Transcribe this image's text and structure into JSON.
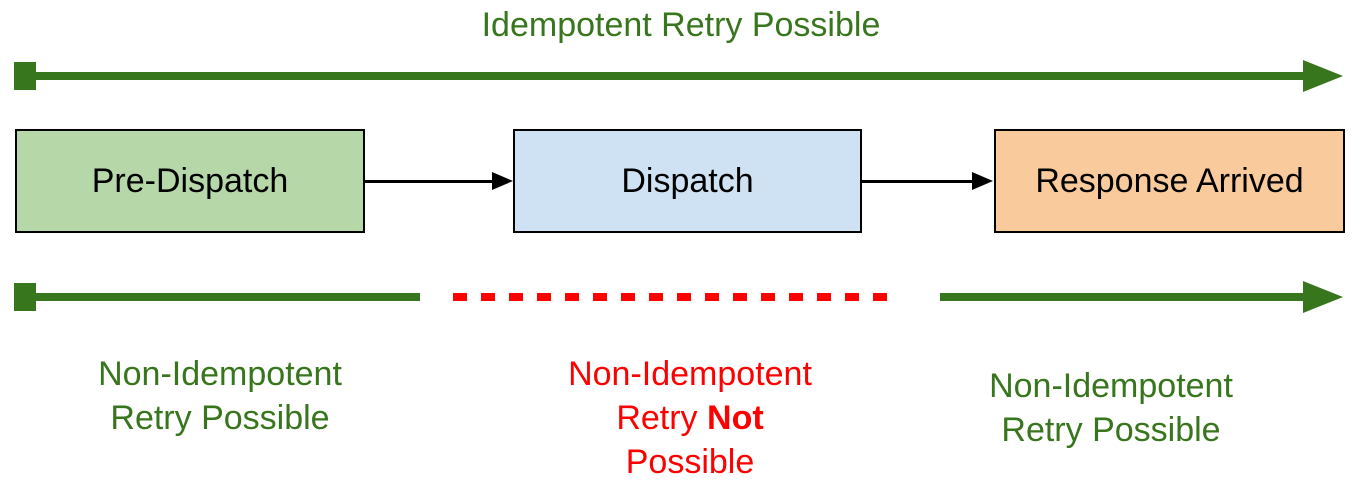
{
  "diagram": {
    "title": "Idempotent Retry Possible",
    "colors": {
      "green": "#38761d",
      "red": "#ff0000",
      "box_green_fill": "#b6d7a8",
      "box_blue_fill": "#cfe2f3",
      "box_orange_fill": "#f9cb9c",
      "line_black": "#000000"
    },
    "boxes": [
      {
        "label": "Pre-Dispatch"
      },
      {
        "label": "Dispatch"
      },
      {
        "label": "Response Arrived"
      }
    ],
    "bottom_labels": {
      "left": {
        "line1": "Non-Idempotent",
        "line2": "Retry Possible"
      },
      "middle": {
        "line1": "Non-Idempotent",
        "line2_prefix": "Retry ",
        "line2_bold": "Not",
        "line3": "Possible"
      },
      "right": {
        "line1": "Non-Idempotent",
        "line2": "Retry Possible"
      }
    }
  }
}
